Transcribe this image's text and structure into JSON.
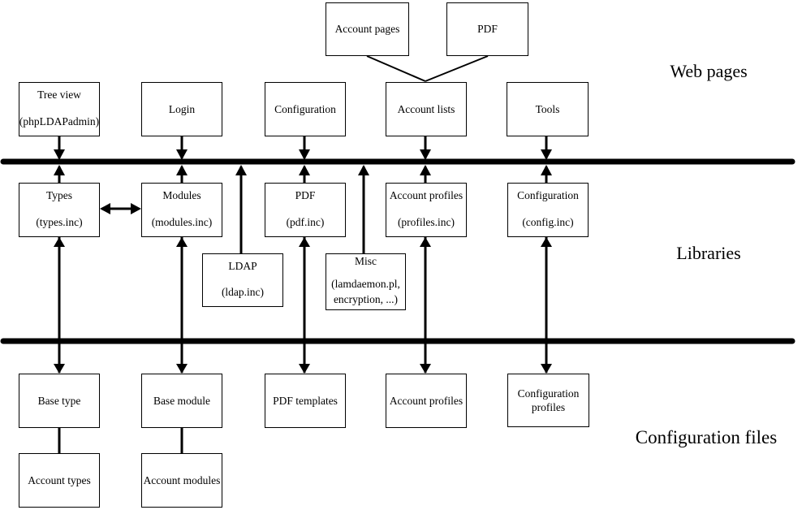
{
  "sections": {
    "web_pages": {
      "label": "Web pages"
    },
    "libraries": {
      "label": "Libraries"
    },
    "config_files": {
      "label": "Configuration files"
    }
  },
  "boxes": {
    "account_pages": {
      "line1": "Account pages"
    },
    "pdf_top": {
      "line1": "PDF"
    },
    "tree_view": {
      "line1": "Tree view",
      "line2": "(phpLDAPadmin)"
    },
    "login": {
      "line1": "Login"
    },
    "configuration_web": {
      "line1": "Configuration"
    },
    "account_lists": {
      "line1": "Account lists"
    },
    "tools": {
      "line1": "Tools"
    },
    "types": {
      "line1": "Types",
      "line2": "(types.inc)"
    },
    "modules": {
      "line1": "Modules",
      "line2": "(modules.inc)"
    },
    "pdf_lib": {
      "line1": "PDF",
      "line2": "(pdf.inc)"
    },
    "account_profiles_lib": {
      "line1": "Account profiles",
      "line2": "(profiles.inc)"
    },
    "configuration_lib": {
      "line1": "Configuration",
      "line2": "(config.inc)"
    },
    "ldap": {
      "line1": "LDAP",
      "line2": "(ldap.inc)"
    },
    "misc": {
      "line1": "Misc",
      "line2": "(lamdaemon.pl,",
      "line3": "encryption, ...)"
    },
    "base_type": {
      "line1": "Base type"
    },
    "base_module": {
      "line1": "Base module"
    },
    "pdf_templates": {
      "line1": "PDF templates"
    },
    "account_profiles_cfg": {
      "line1": "Account profiles"
    },
    "configuration_profiles": {
      "line1": "Configuration",
      "line2": "profiles"
    },
    "account_types": {
      "line1": "Account types"
    },
    "account_modules": {
      "line1": "Account modules"
    }
  },
  "colors": {
    "background": "#ffffff",
    "line": "#000000",
    "text": "#000000",
    "box_border": "#000000"
  }
}
